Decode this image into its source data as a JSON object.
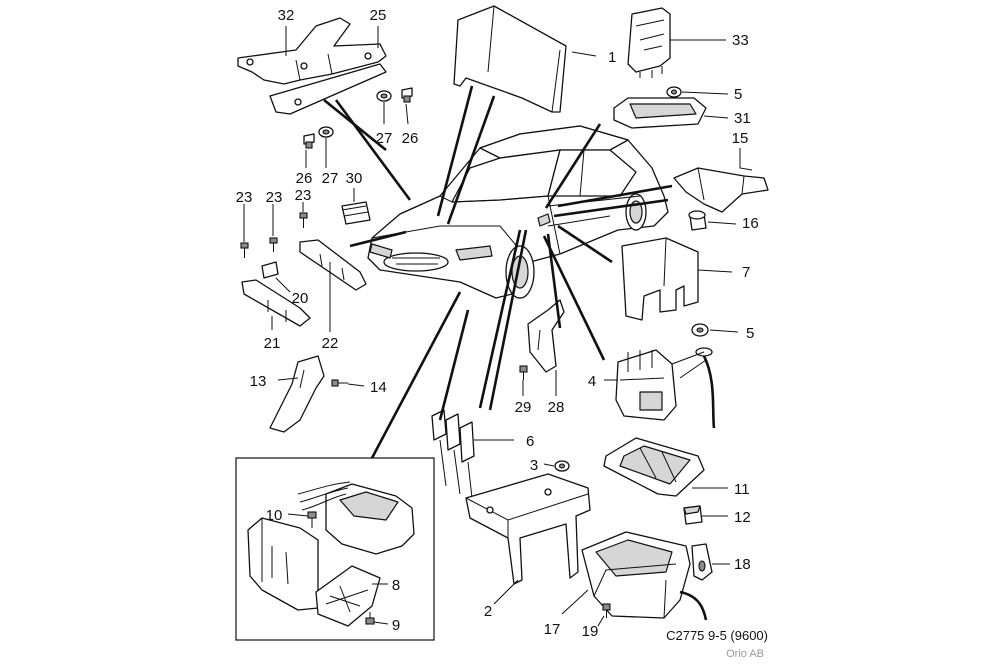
{
  "caption": {
    "code": "C2775 9-5 (9600)",
    "publisher": "Orio AB"
  },
  "labels": [
    {
      "id": "p32",
      "text": "32"
    },
    {
      "id": "p25",
      "text": "25"
    },
    {
      "id": "p1",
      "text": "1"
    },
    {
      "id": "p33",
      "text": "33"
    },
    {
      "id": "p5a",
      "text": "5"
    },
    {
      "id": "p31",
      "text": "31"
    },
    {
      "id": "p27a",
      "text": "27"
    },
    {
      "id": "p26a",
      "text": "26"
    },
    {
      "id": "p26b",
      "text": "26"
    },
    {
      "id": "p27b",
      "text": "27"
    },
    {
      "id": "p15",
      "text": "15"
    },
    {
      "id": "p23a",
      "text": "23"
    },
    {
      "id": "p23b",
      "text": "23"
    },
    {
      "id": "p23c",
      "text": "23"
    },
    {
      "id": "p30",
      "text": "30"
    },
    {
      "id": "p16",
      "text": "16"
    },
    {
      "id": "p7",
      "text": "7"
    },
    {
      "id": "p20",
      "text": "20"
    },
    {
      "id": "p22",
      "text": "22"
    },
    {
      "id": "p21",
      "text": "21"
    },
    {
      "id": "p5b",
      "text": "5"
    },
    {
      "id": "p13",
      "text": "13"
    },
    {
      "id": "p14",
      "text": "14"
    },
    {
      "id": "p4",
      "text": "4"
    },
    {
      "id": "p29",
      "text": "29"
    },
    {
      "id": "p28",
      "text": "28"
    },
    {
      "id": "p6",
      "text": "6"
    },
    {
      "id": "p3",
      "text": "3"
    },
    {
      "id": "p11",
      "text": "11"
    },
    {
      "id": "p10",
      "text": "10"
    },
    {
      "id": "p12",
      "text": "12"
    },
    {
      "id": "p18",
      "text": "18"
    },
    {
      "id": "p8",
      "text": "8"
    },
    {
      "id": "p9",
      "text": "9"
    },
    {
      "id": "p2",
      "text": "2"
    },
    {
      "id": "p17",
      "text": "17"
    },
    {
      "id": "p19",
      "text": "19"
    }
  ]
}
